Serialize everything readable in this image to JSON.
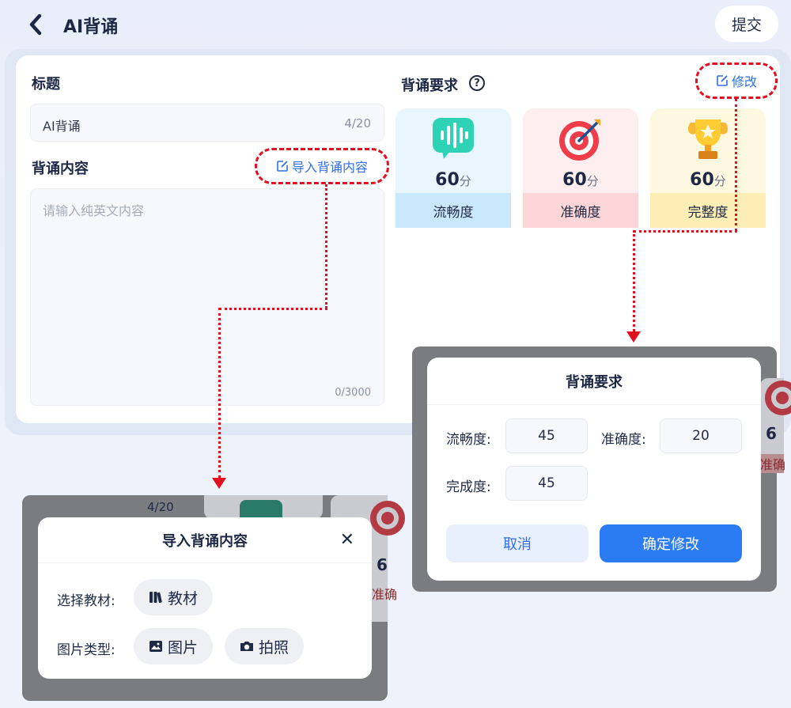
{
  "header": {
    "title": "AI背诵",
    "submit_label": "提交"
  },
  "form": {
    "title_label": "标题",
    "title_value": "AI背诵",
    "title_count": "4/20",
    "content_label": "背诵内容",
    "import_button": "导入背诵内容",
    "content_placeholder": "请输入纯英文内容",
    "content_count": "0/3000"
  },
  "requirements": {
    "label": "背诵要求",
    "help_icon": "?",
    "edit_button": "修改",
    "metrics": [
      {
        "name": "流畅度",
        "score": "60",
        "unit": "分",
        "icon": "voice-wave-icon",
        "color": "#d7eefc"
      },
      {
        "name": "准确度",
        "score": "60",
        "unit": "分",
        "icon": "target-icon",
        "color": "#fde3e4"
      },
      {
        "name": "完整度",
        "score": "60",
        "unit": "分",
        "icon": "trophy-icon",
        "color": "#fff3c8"
      }
    ]
  },
  "edit_modal": {
    "title": "背诵要求",
    "fluency_label": "流畅度:",
    "fluency_value": "45",
    "accuracy_label": "准确度:",
    "accuracy_value": "20",
    "completeness_label": "完成度:",
    "completeness_value": "45",
    "cancel_label": "取消",
    "confirm_label": "确定修改",
    "peek_score": "6",
    "peek_label": "准确"
  },
  "import_modal": {
    "title": "导入背诵内容",
    "material_label": "选择教材:",
    "material_chip": "教材",
    "image_type_label": "图片类型:",
    "image_chip": "图片",
    "photo_chip": "拍照",
    "peek_count": "4/20",
    "peek_score": "6",
    "peek_label": "准确"
  },
  "colors": {
    "accent": "#2f6fe8",
    "primary_button": "#2b7cf2",
    "annotation": "#e01020"
  }
}
